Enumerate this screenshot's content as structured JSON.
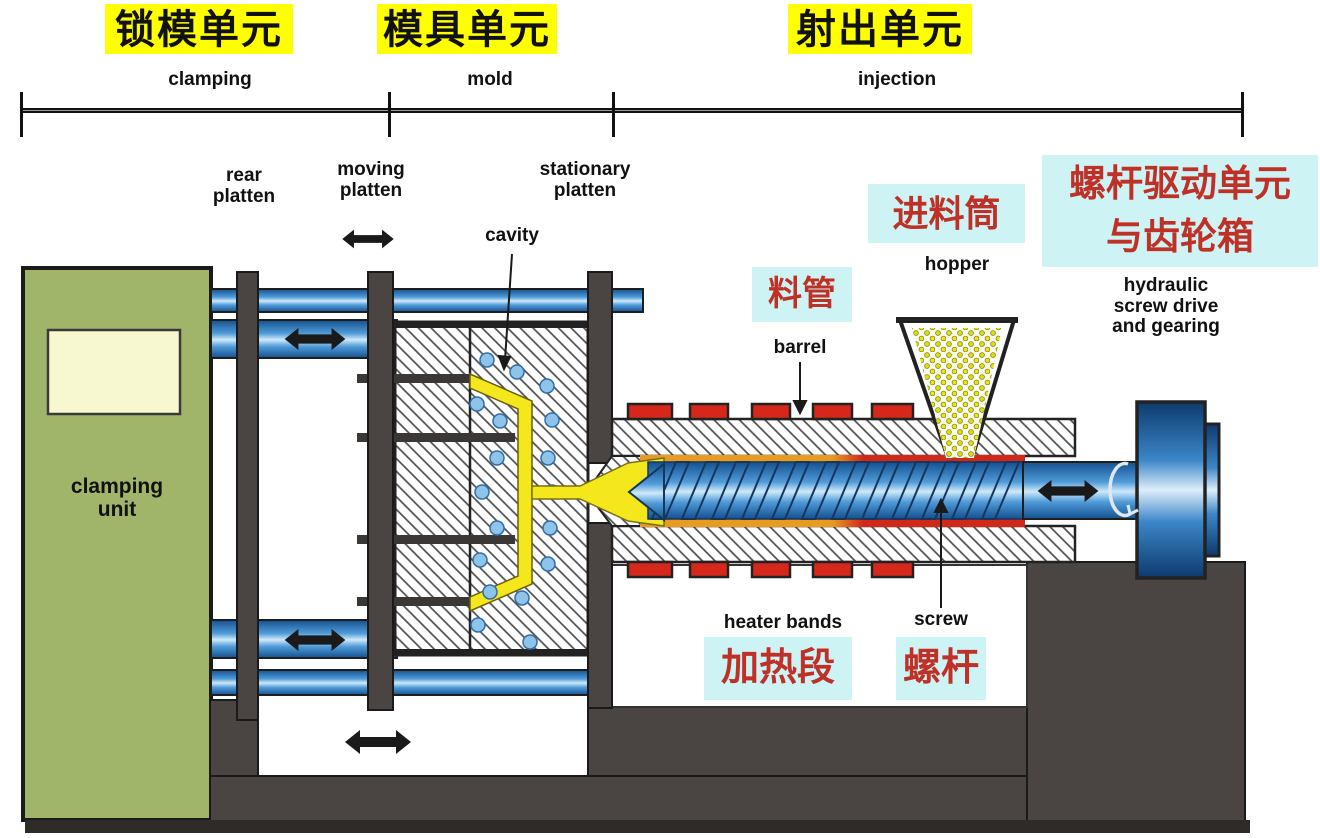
{
  "title_sections": [
    {
      "cn": "锁模单元",
      "en": "clamping"
    },
    {
      "cn": "模具单元",
      "en": "mold"
    },
    {
      "cn": "射出单元",
      "en": "injection"
    }
  ],
  "part_labels": {
    "rear_platten": "rear\nplatten",
    "moving_platten": "moving\nplatten",
    "stationary_platten": "stationary\nplatten",
    "cavity": "cavity",
    "hopper": "hopper",
    "barrel": "barrel",
    "heater_bands": "heater bands",
    "screw": "screw",
    "hydraulic_drive": "hydraulic\nscrew drive\nand gearing",
    "clamping_unit": "clamping\nunit"
  },
  "cn_annotations": {
    "barrel_cn": "料管",
    "hopper_cn": "进料筒",
    "screw_drive_cn": "螺杆驱动单元\n与齿轮箱",
    "heater_cn": "加热段",
    "screw_cn": "螺杆"
  },
  "colors": {
    "highlight_yellow": "#ffff00",
    "annotation_bg_cyan": "#cdf3f5",
    "annotation_red": "#bf3026",
    "clamping_unit_green": "#a0b46a",
    "window_cream": "#f7f8cf",
    "frame_dark_gray": "#4a4543",
    "heater_band_red": "#d6281a",
    "melt_yellow": "#f4e81c",
    "melt_orange": "#e89b1e",
    "machine_blue": "#2f7cc0"
  }
}
